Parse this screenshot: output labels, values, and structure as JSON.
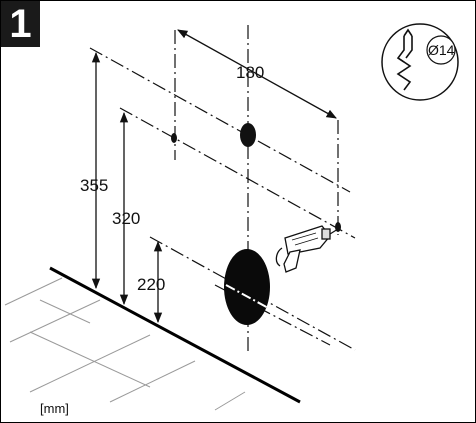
{
  "step": {
    "number": "1"
  },
  "dimensions": {
    "horizontal_spacing": "180",
    "height_upper": "355",
    "height_middle": "320",
    "height_lower": "220"
  },
  "units": "[mm]",
  "drill_bit": {
    "diameter_label": "Ø14"
  },
  "icons": [
    "drill-bit-icon",
    "power-drill-icon"
  ]
}
